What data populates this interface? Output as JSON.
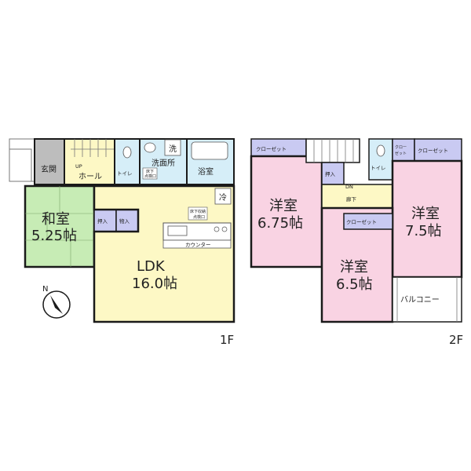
{
  "floor1": {
    "label": "1F",
    "rooms": {
      "entrance": "玄関",
      "hall_up": "UP",
      "hall": "ホール",
      "toilet": "トイレ",
      "washroom": "洗面所",
      "washer": "洗",
      "bath": "浴室",
      "underfloor_storage": [
        "床下",
        "点検口"
      ],
      "fridge": "冷",
      "washitsu_name": "和室",
      "washitsu_size": "5.25帖",
      "oshiire": "押入",
      "storage": "物入",
      "kitchen_underfloor": [
        "床下収納",
        "点検口"
      ],
      "counter": "カウンター",
      "ldk_name": "LDK",
      "ldk_size": "16.0帖"
    }
  },
  "floor2": {
    "label": "2F",
    "rooms": {
      "closet": "クローゼット",
      "closet_small": [
        "クロー",
        "ゼット"
      ],
      "oshiire": "押入",
      "dn": "DN",
      "corridor": "廊下",
      "toilet": "トイレ",
      "room_a_name": "洋室",
      "room_a_size": "6.75帖",
      "room_b_name": "洋室",
      "room_b_size": "6.5帖",
      "room_c_name": "洋室",
      "room_c_size": "7.5帖",
      "balcony": "バルコニー"
    }
  },
  "compass": {
    "label": "N"
  },
  "colors": {
    "washitsu": "#c7ecb5",
    "ldk": "#fdf8c5",
    "wet": "#d6eef8",
    "entrance": "#bdbdbd",
    "hall": "#fdf8c5",
    "closet": "#c9caf2",
    "room": "#f9d3e3",
    "corridor": "#fdf8c5",
    "wall": "#1a1a1a"
  }
}
